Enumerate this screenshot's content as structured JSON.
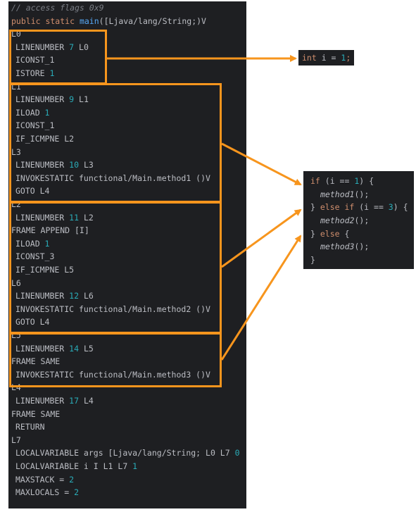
{
  "bytecode": {
    "lines": [
      {
        "indent": 0,
        "tokens": [
          {
            "t": "// access flags 0x9",
            "c": "comment"
          }
        ]
      },
      {
        "indent": 0,
        "tokens": [
          {
            "t": "public static ",
            "c": "kw"
          },
          {
            "t": "main",
            "c": "fn"
          },
          {
            "t": "([Ljava/lang/String;)V",
            "c": "plain"
          }
        ]
      },
      {
        "indent": 0,
        "tokens": [
          {
            "t": "L0",
            "c": "plain"
          }
        ]
      },
      {
        "indent": 1,
        "tokens": [
          {
            "t": "LINENUMBER ",
            "c": "plain"
          },
          {
            "t": "7",
            "c": "num"
          },
          {
            "t": " L0",
            "c": "plain"
          }
        ]
      },
      {
        "indent": 1,
        "tokens": [
          {
            "t": "ICONST_1",
            "c": "plain"
          }
        ]
      },
      {
        "indent": 1,
        "tokens": [
          {
            "t": "ISTORE ",
            "c": "plain"
          },
          {
            "t": "1",
            "c": "num"
          }
        ]
      },
      {
        "indent": 0,
        "tokens": [
          {
            "t": "L1",
            "c": "plain"
          }
        ]
      },
      {
        "indent": 1,
        "tokens": [
          {
            "t": "LINENUMBER ",
            "c": "plain"
          },
          {
            "t": "9",
            "c": "num"
          },
          {
            "t": " L1",
            "c": "plain"
          }
        ]
      },
      {
        "indent": 1,
        "tokens": [
          {
            "t": "ILOAD ",
            "c": "plain"
          },
          {
            "t": "1",
            "c": "num"
          }
        ]
      },
      {
        "indent": 1,
        "tokens": [
          {
            "t": "ICONST_1",
            "c": "plain"
          }
        ]
      },
      {
        "indent": 1,
        "tokens": [
          {
            "t": "IF_ICMPNE L2",
            "c": "plain"
          }
        ]
      },
      {
        "indent": 0,
        "tokens": [
          {
            "t": "L3",
            "c": "plain"
          }
        ]
      },
      {
        "indent": 1,
        "tokens": [
          {
            "t": "LINENUMBER ",
            "c": "plain"
          },
          {
            "t": "10",
            "c": "num"
          },
          {
            "t": " L3",
            "c": "plain"
          }
        ]
      },
      {
        "indent": 1,
        "tokens": [
          {
            "t": "INVOKESTATIC functional/Main.method1 ()V",
            "c": "plain"
          }
        ]
      },
      {
        "indent": 1,
        "tokens": [
          {
            "t": "GOTO L4",
            "c": "plain"
          }
        ]
      },
      {
        "indent": 0,
        "tokens": [
          {
            "t": "L2",
            "c": "plain"
          }
        ]
      },
      {
        "indent": 1,
        "tokens": [
          {
            "t": "LINENUMBER ",
            "c": "plain"
          },
          {
            "t": "11",
            "c": "num"
          },
          {
            "t": " L2",
            "c": "plain"
          }
        ]
      },
      {
        "indent": 0,
        "tokens": [
          {
            "t": "FRAME APPEND [I]",
            "c": "plain"
          }
        ]
      },
      {
        "indent": 1,
        "tokens": [
          {
            "t": "ILOAD ",
            "c": "plain"
          },
          {
            "t": "1",
            "c": "num"
          }
        ]
      },
      {
        "indent": 1,
        "tokens": [
          {
            "t": "ICONST_3",
            "c": "plain"
          }
        ]
      },
      {
        "indent": 1,
        "tokens": [
          {
            "t": "IF_ICMPNE L5",
            "c": "plain"
          }
        ]
      },
      {
        "indent": 0,
        "tokens": [
          {
            "t": "L6",
            "c": "plain"
          }
        ]
      },
      {
        "indent": 1,
        "tokens": [
          {
            "t": "LINENUMBER ",
            "c": "plain"
          },
          {
            "t": "12",
            "c": "num"
          },
          {
            "t": " L6",
            "c": "plain"
          }
        ]
      },
      {
        "indent": 1,
        "tokens": [
          {
            "t": "INVOKESTATIC functional/Main.method2 ()V",
            "c": "plain"
          }
        ]
      },
      {
        "indent": 1,
        "tokens": [
          {
            "t": "GOTO L4",
            "c": "plain"
          }
        ]
      },
      {
        "indent": 0,
        "tokens": [
          {
            "t": "L5",
            "c": "plain"
          }
        ]
      },
      {
        "indent": 1,
        "tokens": [
          {
            "t": "LINENUMBER ",
            "c": "plain"
          },
          {
            "t": "14",
            "c": "num"
          },
          {
            "t": " L5",
            "c": "plain"
          }
        ]
      },
      {
        "indent": 0,
        "tokens": [
          {
            "t": "FRAME SAME",
            "c": "plain"
          }
        ]
      },
      {
        "indent": 1,
        "tokens": [
          {
            "t": "INVOKESTATIC functional/Main.method3 ()V",
            "c": "plain"
          }
        ]
      },
      {
        "indent": 0,
        "tokens": [
          {
            "t": "L4",
            "c": "plain"
          }
        ]
      },
      {
        "indent": 1,
        "tokens": [
          {
            "t": "LINENUMBER ",
            "c": "plain"
          },
          {
            "t": "17",
            "c": "num"
          },
          {
            "t": " L4",
            "c": "plain"
          }
        ]
      },
      {
        "indent": 0,
        "tokens": [
          {
            "t": "FRAME SAME",
            "c": "plain"
          }
        ]
      },
      {
        "indent": 1,
        "tokens": [
          {
            "t": "RETURN",
            "c": "plain"
          }
        ]
      },
      {
        "indent": 0,
        "tokens": [
          {
            "t": "L7",
            "c": "plain"
          }
        ]
      },
      {
        "indent": 1,
        "tokens": [
          {
            "t": "LOCALVARIABLE args [Ljava/lang/String; L0 L7 ",
            "c": "plain"
          },
          {
            "t": "0",
            "c": "num"
          }
        ]
      },
      {
        "indent": 1,
        "tokens": [
          {
            "t": "LOCALVARIABLE i I L1 L7 ",
            "c": "plain"
          },
          {
            "t": "1",
            "c": "num"
          }
        ]
      },
      {
        "indent": 1,
        "tokens": [
          {
            "t": "MAXSTACK = ",
            "c": "plain"
          },
          {
            "t": "2",
            "c": "num"
          }
        ]
      },
      {
        "indent": 1,
        "tokens": [
          {
            "t": "MAXLOCALS = ",
            "c": "plain"
          },
          {
            "t": "2",
            "c": "num"
          }
        ]
      }
    ]
  },
  "snippet_assign": {
    "lines": [
      {
        "indent": 0,
        "tokens": [
          {
            "t": "int ",
            "c": "kw"
          },
          {
            "t": "i = ",
            "c": "plain"
          },
          {
            "t": "1",
            "c": "num"
          },
          {
            "t": ";",
            "c": "kw"
          }
        ]
      }
    ]
  },
  "snippet_if": {
    "lines": [
      {
        "indent": 0,
        "tokens": [
          {
            "t": "if ",
            "c": "kw"
          },
          {
            "t": "(i == ",
            "c": "plain"
          },
          {
            "t": "1",
            "c": "num"
          },
          {
            "t": ") {",
            "c": "plain"
          }
        ]
      },
      {
        "indent": 2,
        "tokens": [
          {
            "t": "method1",
            "c": "method"
          },
          {
            "t": "();",
            "c": "plain"
          }
        ]
      },
      {
        "indent": 0,
        "tokens": [
          {
            "t": "} ",
            "c": "plain"
          },
          {
            "t": "else if ",
            "c": "kw"
          },
          {
            "t": "(i == ",
            "c": "plain"
          },
          {
            "t": "3",
            "c": "num"
          },
          {
            "t": ") {",
            "c": "plain"
          }
        ]
      },
      {
        "indent": 2,
        "tokens": [
          {
            "t": "method2",
            "c": "method"
          },
          {
            "t": "();",
            "c": "plain"
          }
        ]
      },
      {
        "indent": 0,
        "tokens": [
          {
            "t": "} ",
            "c": "plain"
          },
          {
            "t": "else ",
            "c": "kw"
          },
          {
            "t": "{",
            "c": "plain"
          }
        ]
      },
      {
        "indent": 2,
        "tokens": [
          {
            "t": "method3",
            "c": "method"
          },
          {
            "t": "();",
            "c": "plain"
          }
        ]
      },
      {
        "indent": 0,
        "tokens": [
          {
            "t": "}",
            "c": "plain"
          }
        ]
      }
    ]
  },
  "colors": {
    "highlight": "#f7951d",
    "panel_bg": "#1e1f22",
    "keyword": "#cf8e6d",
    "number": "#2aacb8",
    "text": "#bcbec4",
    "comment": "#7a7e85"
  }
}
